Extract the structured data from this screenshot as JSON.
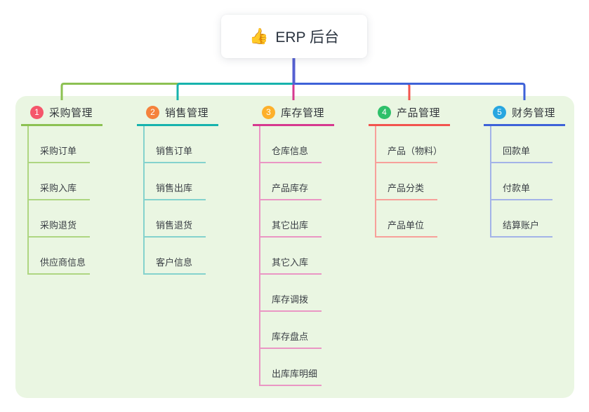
{
  "root": {
    "label": "ERP 后台",
    "emoji": "👍",
    "icon": "thumbs-up"
  },
  "colors": {
    "page_bg": "#ffffff",
    "panel_bg": "#eaf6e2",
    "root_card_bg": "#ffffff",
    "root_text": "#2b3440",
    "branch_title_text": "#33373c",
    "child_text": "#3a3f45",
    "root_connector": "#5560d2"
  },
  "branches": [
    {
      "num": "1",
      "label": "采购管理",
      "badge_color": "#f5566b",
      "line_color": "#8cc152",
      "light_line_color": "#aed681",
      "children": [
        "采购订单",
        "采购入库",
        "采购退货",
        "供应商信息"
      ]
    },
    {
      "num": "2",
      "label": "销售管理",
      "badge_color": "#f5823c",
      "line_color": "#17b3ad",
      "light_line_color": "#84d2cd",
      "children": [
        "销售订单",
        "销售出库",
        "销售退货",
        "客户信息"
      ]
    },
    {
      "num": "3",
      "label": "库存管理",
      "badge_color": "#fdb02b",
      "line_color": "#d6398f",
      "light_line_color": "#ea96c4",
      "children": [
        "仓库信息",
        "产品库存",
        "其它出库",
        "其它入库",
        "库存调拨",
        "库存盘点",
        "出库库明细"
      ]
    },
    {
      "num": "4",
      "label": "产品管理",
      "badge_color": "#2ec06a",
      "line_color": "#f2544e",
      "light_line_color": "#f7a09a",
      "children": [
        "产品（物料）",
        "产品分类",
        "产品单位"
      ]
    },
    {
      "num": "5",
      "label": "财务管理",
      "badge_color": "#28a6e0",
      "line_color": "#3e62d8",
      "light_line_color": "#a3b3e8",
      "children": [
        "回款单",
        "付款单",
        "结算账户"
      ]
    }
  ]
}
